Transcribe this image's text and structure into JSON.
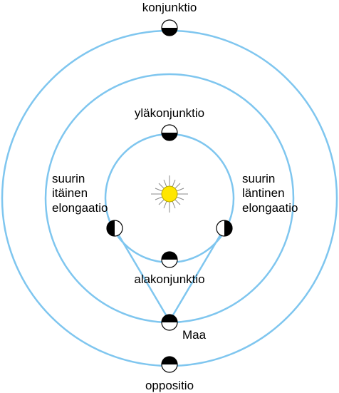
{
  "labels": {
    "conjunction": "konjunktio",
    "superior_conjunction": "yläkonjunktio",
    "greatest_eastern_elongation": [
      "suurin",
      "itäinen",
      "elongaatio"
    ],
    "greatest_western_elongation": [
      "suurin",
      "läntinen",
      "elongaatio"
    ],
    "inferior_conjunction": "alakonjunktio",
    "earth": "Maa",
    "opposition": "oppositio"
  },
  "colors": {
    "orbit": "#7fc6ef",
    "sight_line": "#7fc6ef",
    "sun_fill": "#ffe600",
    "sun_outline": "#b8a800",
    "planet_dark": "#000000",
    "planet_light": "#ffffff"
  },
  "icons": {
    "sun": "sun-icon",
    "planet": "half-lit-planet-icon"
  }
}
